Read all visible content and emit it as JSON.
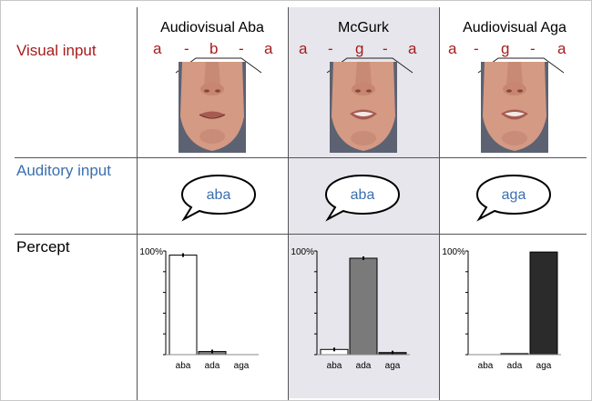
{
  "colors": {
    "visual": "#a81c1c",
    "auditory": "#3a6fb0",
    "text": "#000000"
  },
  "header": {
    "columns": [
      "Audiovisual Aba",
      "McGurk",
      "Audiovisual Aga"
    ]
  },
  "rows": {
    "visual_label": "Visual input",
    "auditory_label": "Auditory input",
    "percept_label": "Percept"
  },
  "visual_input": [
    [
      "a",
      "-",
      "b",
      "-",
      "a"
    ],
    [
      "a",
      "-",
      "g",
      "-",
      "a"
    ],
    [
      "a",
      "-",
      "g",
      "-",
      "a"
    ]
  ],
  "auditory_input": [
    "aba",
    "aba",
    "aga"
  ],
  "chart_data": [
    {
      "type": "bar",
      "categories": [
        "aba",
        "ada",
        "aga"
      ],
      "values": [
        96,
        3,
        0
      ],
      "bar_colors": [
        "#ffffff",
        "#7a7a7a",
        "#2b2b2b"
      ],
      "ylim": [
        0,
        100
      ],
      "yticks": [
        "100%"
      ],
      "error_bars": true
    },
    {
      "type": "bar",
      "categories": [
        "aba",
        "ada",
        "aga"
      ],
      "values": [
        5,
        93,
        2
      ],
      "bar_colors": [
        "#ffffff",
        "#7a7a7a",
        "#2b2b2b"
      ],
      "ylim": [
        0,
        100
      ],
      "yticks": [
        "100%"
      ],
      "error_bars": true
    },
    {
      "type": "bar",
      "categories": [
        "aba",
        "ada",
        "aga"
      ],
      "values": [
        0,
        1,
        99
      ],
      "bar_colors": [
        "#ffffff",
        "#7a7a7a",
        "#2b2b2b"
      ],
      "ylim": [
        0,
        100
      ],
      "yticks": [
        "100%"
      ],
      "error_bars": false
    }
  ]
}
